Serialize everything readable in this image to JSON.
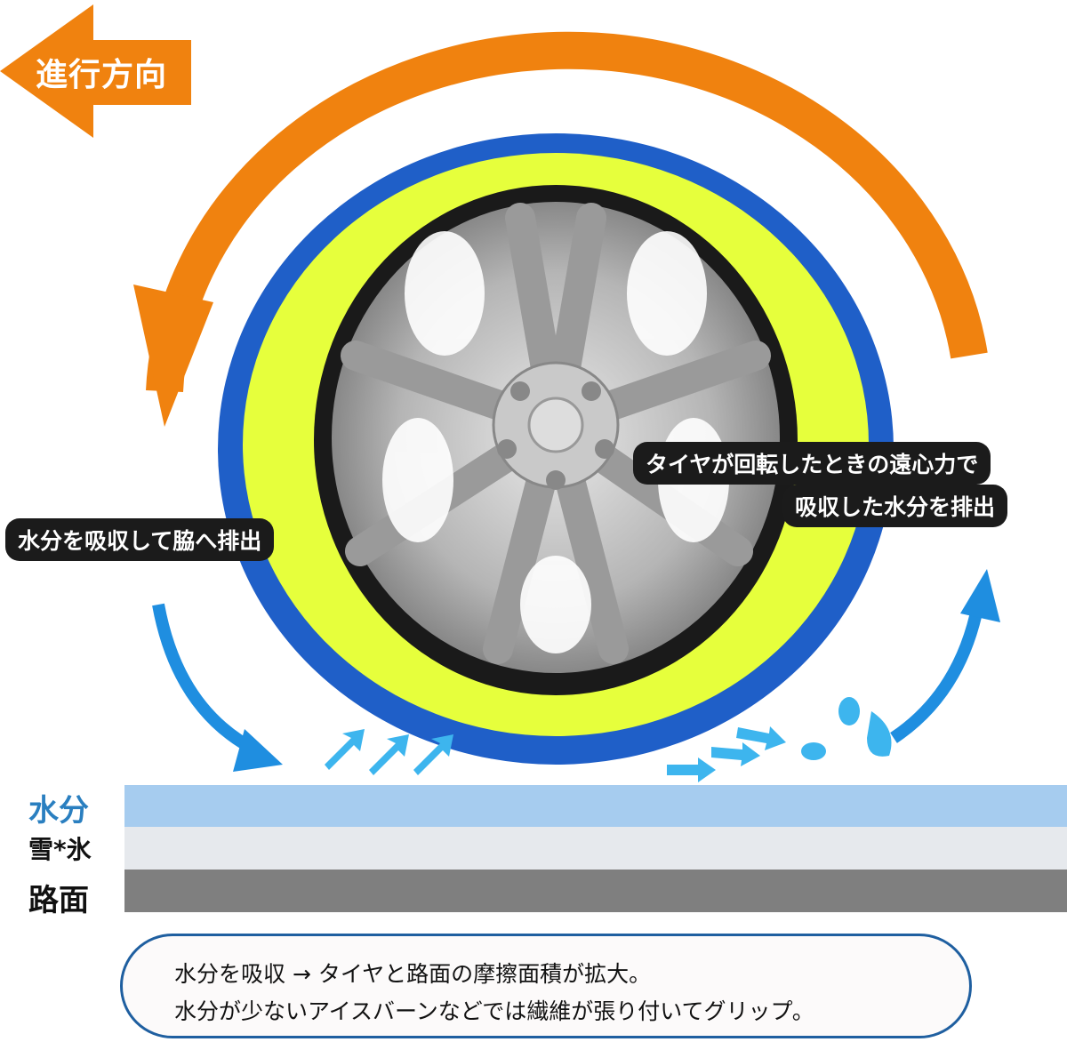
{
  "direction_label": "進行方向",
  "callouts": {
    "left": "水分を吸収して脇へ排出",
    "right_line1": "タイヤが回転したときの遠心力で",
    "right_line2": "吸収した水分を排出"
  },
  "layers": [
    {
      "label": "水分",
      "color": "#a6ccef",
      "label_color": "#2a7fc0"
    },
    {
      "label": "雪*氷",
      "color": "#e6e9ed",
      "label_color": "#111111"
    },
    {
      "label": "路面",
      "color": "#7f7f7f",
      "label_color": "#111111"
    }
  ],
  "note": {
    "line1": "水分を吸収 → タイヤと路面の摩擦面積が拡大。",
    "line2": "水分が少ないアイスバーンなどでは繊維が張り付いてグリップ。"
  },
  "colors": {
    "orange": "#f0820f",
    "blue_cover": "#1f5fc8",
    "yellow_cover": "#e6ff3c",
    "arrow_blue": "#1f8ee0",
    "light_arrow": "#3db5ee"
  }
}
